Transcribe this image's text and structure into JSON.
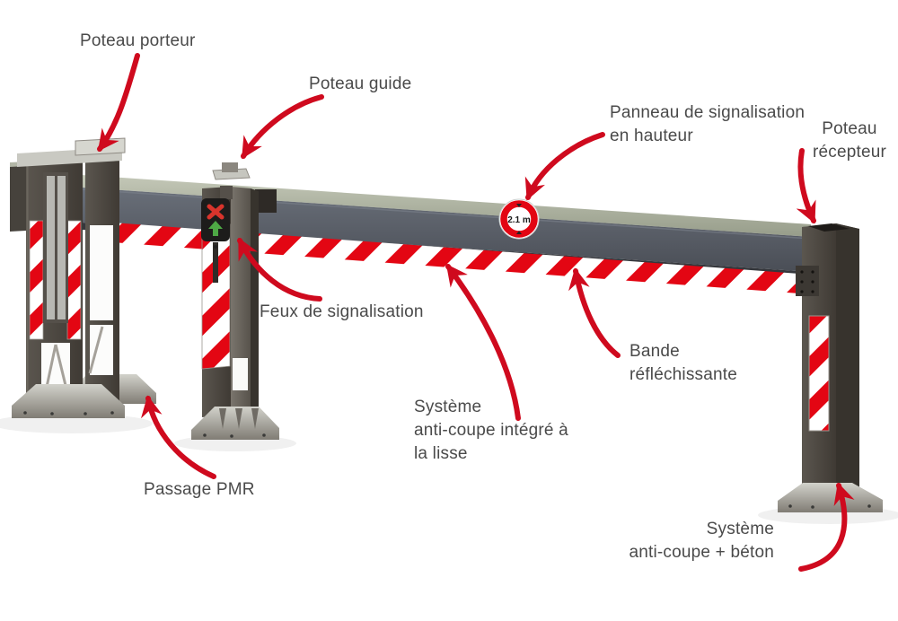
{
  "callouts": [
    {
      "id": "poteau-porteur",
      "lines": [
        "Poteau porteur"
      ]
    },
    {
      "id": "poteau-guide",
      "lines": [
        "Poteau guide"
      ]
    },
    {
      "id": "panneau-signalisation",
      "lines": [
        "Panneau de signalisation",
        "en hauteur"
      ]
    },
    {
      "id": "poteau-recepteur",
      "lines": [
        "Poteau",
        "récepteur"
      ]
    },
    {
      "id": "feux-signalisation",
      "lines": [
        "Feux de signalisation"
      ]
    },
    {
      "id": "bande-reflechissante",
      "lines": [
        "Bande",
        "réfléchissante"
      ]
    },
    {
      "id": "systeme-anticoupe-lisse",
      "lines": [
        "Système",
        "anti-coupe intégré à",
        "la lisse"
      ]
    },
    {
      "id": "passage-pmr",
      "lines": [
        "Passage PMR"
      ]
    },
    {
      "id": "systeme-anticoupe-beton",
      "lines": [
        "Système",
        "anti-coupe + béton"
      ]
    }
  ],
  "sign": {
    "text": "2.1 m"
  },
  "colors": {
    "arrow_red": "#cf0a1e",
    "stripe_red": "#e30613",
    "label_text": "#4a4a4a",
    "beam_top_flange": "#b0b4a3",
    "beam_web": "#565b63",
    "post_dark": "#46413b",
    "steel_light": "#c9c9c2",
    "traffic_light_cross": "#d8342c",
    "traffic_light_arrow": "#4ea845",
    "sign_text": "#1a1a1a"
  }
}
